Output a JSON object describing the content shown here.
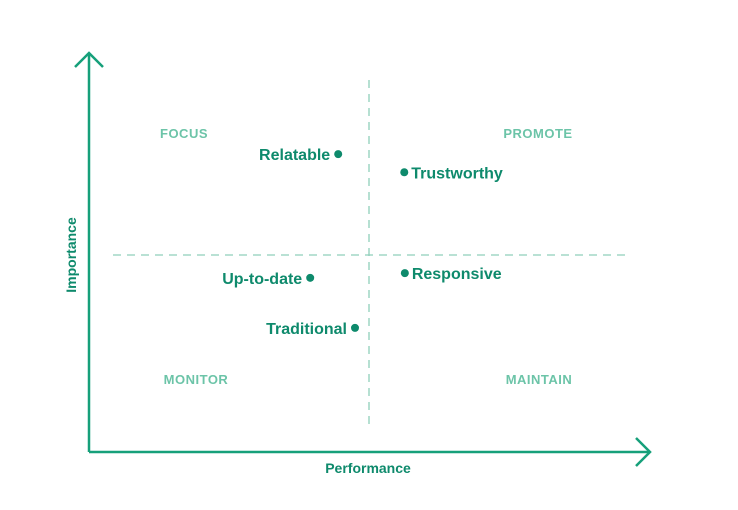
{
  "chart_data": {
    "type": "scatter",
    "xlabel": "Performance",
    "ylabel": "Importance",
    "xlim": [
      0,
      10
    ],
    "ylim": [
      0,
      10
    ],
    "grid": false,
    "dividers": {
      "x": 5,
      "y": 5
    },
    "quadrants": {
      "top_left": "FOCUS",
      "top_right": "PROMOTE",
      "bottom_left": "MONITOR",
      "bottom_right": "MAINTAIN"
    },
    "points": [
      {
        "label": "Relatable",
        "x": 4.45,
        "y": 7.56
      },
      {
        "label": "Trustworthy",
        "x": 5.63,
        "y": 7.1
      },
      {
        "label": "Up-to-date",
        "x": 3.95,
        "y": 4.42
      },
      {
        "label": "Responsive",
        "x": 5.64,
        "y": 4.54
      },
      {
        "label": "Traditional",
        "x": 4.75,
        "y": 3.15
      }
    ],
    "colors": {
      "axis": "#16a07a",
      "point": "#0e8a6c",
      "quadrant_label": "#6cc4a8",
      "divider": "#8fcfba"
    }
  }
}
